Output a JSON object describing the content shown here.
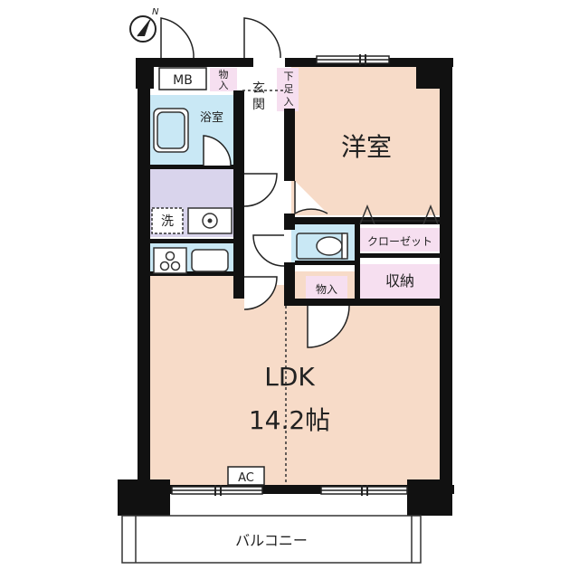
{
  "rooms": {
    "western": "洋室",
    "ldk_name": "LDK",
    "ldk_size": "14.2帖",
    "bath": "浴室",
    "washer": "洗",
    "closet": "クローゼット",
    "storage": "収納",
    "storage_small": "物入",
    "storage_top_1": "物",
    "storage_top_2": "入",
    "entrance_1": "玄",
    "entrance_2": "関",
    "shoe_1": "下",
    "shoe_2": "足",
    "shoe_3": "入",
    "mb": "MB",
    "ac": "AC",
    "balcony": "バルコニー"
  },
  "compass": {
    "north_label": "N"
  },
  "colors": {
    "wall": "#111111",
    "floor_ldk": "#f7dbc8",
    "floor_western": "#f7dbc8",
    "wet_area": "#c9e8f5",
    "hall": "#ffffff",
    "storage": "#f6dff0",
    "storage_small": "#f6dff0",
    "washroom": "#d9d4ec",
    "kitchen": "#c9e8f5",
    "balcony": "#ffffff"
  }
}
